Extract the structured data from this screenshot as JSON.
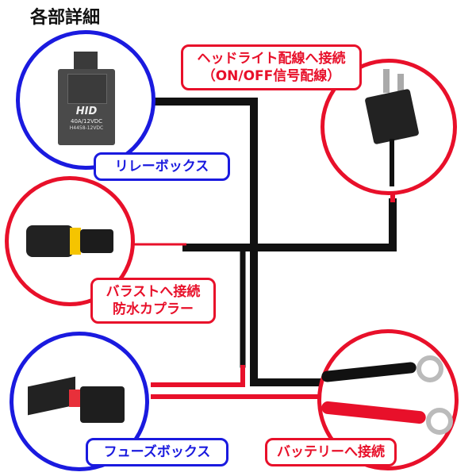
{
  "title": "各部詳細",
  "relay": {
    "label": "リレーボックス",
    "brand": "HID",
    "rating": "40A/12VDC",
    "model": "H4458-12VDC"
  },
  "ballast": {
    "label_line1": "バラストへ接続",
    "label_line2": "防水カプラー"
  },
  "fuse": {
    "label": "フューズボックス"
  },
  "headlight": {
    "label_line1": "ヘッドライト配線へ接続",
    "label_line2": "（ON/OFF信号配線）"
  },
  "battery": {
    "label": "バッテリーへ接続"
  },
  "colors": {
    "blue": "#1a1adf",
    "red": "#e8102a",
    "wire_black": "#111111",
    "wire_red": "#e8102a"
  }
}
